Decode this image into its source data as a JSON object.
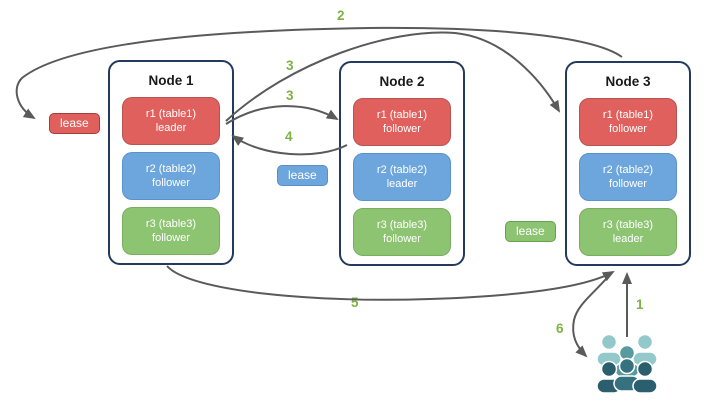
{
  "diagram": {
    "description": "Three-node replication diagram with per-table leaders, followers, leases and numbered request flow",
    "nodes": [
      {
        "title": "Node 1",
        "replicas": [
          {
            "name": "r1 (table1)",
            "role": "leader",
            "color": "red"
          },
          {
            "name": "r2 (table2)",
            "role": "follower",
            "color": "blue"
          },
          {
            "name": "r3 (table3)",
            "role": "follower",
            "color": "green"
          }
        ]
      },
      {
        "title": "Node 2",
        "replicas": [
          {
            "name": "r1 (table1)",
            "role": "follower",
            "color": "red"
          },
          {
            "name": "r2 (table2)",
            "role": "leader",
            "color": "blue"
          },
          {
            "name": "r3 (table3)",
            "role": "follower",
            "color": "green"
          }
        ]
      },
      {
        "title": "Node 3",
        "replicas": [
          {
            "name": "r1 (table1)",
            "role": "follower",
            "color": "red"
          },
          {
            "name": "r2 (table2)",
            "role": "follower",
            "color": "blue"
          },
          {
            "name": "r3 (table3)",
            "role": "leader",
            "color": "green"
          }
        ]
      }
    ],
    "leases": [
      {
        "label": "lease",
        "color": "red"
      },
      {
        "label": "lease",
        "color": "blue"
      },
      {
        "label": "lease",
        "color": "green"
      }
    ],
    "steps": [
      {
        "label": "1"
      },
      {
        "label": "2"
      },
      {
        "label": "3"
      },
      {
        "label": "3"
      },
      {
        "label": "4"
      },
      {
        "label": "5"
      },
      {
        "label": "6"
      }
    ],
    "icons": {
      "users": "users-group-icon"
    }
  },
  "colors": {
    "replica_red": "#e0605e",
    "replica_red_border": "#b85450",
    "replica_blue": "#6ca6dd",
    "replica_blue_border": "#5a93cc",
    "replica_green": "#8dc472",
    "replica_green_border": "#79ad5d",
    "node_border": "#23395d",
    "arrow": "#5a5a5a",
    "step_label": "#7cb342",
    "lease_red_border": "#a63d3d",
    "lease_blue_border": "#5a8fc8",
    "lease_green_border": "#67a14b",
    "users_light": "#94c9cb",
    "users_mid": "#579b9f",
    "users_dark": "#2c5f6d",
    "users_dark2": "#35717f",
    "background": "#ffffff",
    "text_on_replica": "#ffffff",
    "node_title": "#1a1a1a"
  }
}
